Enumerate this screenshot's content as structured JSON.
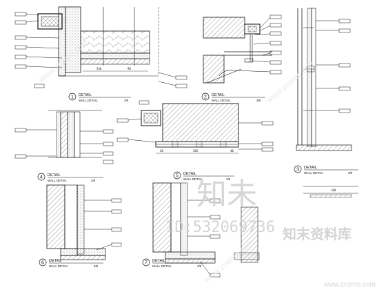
{
  "details": [
    {
      "number": "1",
      "title": "DETAIL",
      "subtitle": "WALL DETAIL",
      "scale": "3/8"
    },
    {
      "number": "2",
      "title": "DETAIL",
      "subtitle": "WALL DETAIL",
      "scale": "3/8"
    },
    {
      "number": "3",
      "title": "DETAIL",
      "subtitle": "WALL DETAIL",
      "scale": "3/8"
    },
    {
      "number": "4",
      "title": "DETAIL",
      "subtitle": "WALL DETAIL",
      "scale": "3/8"
    },
    {
      "number": "5",
      "title": "DETAIL",
      "subtitle": "WALL DETAIL",
      "scale": "3/8"
    },
    {
      "number": "6",
      "title": "DETAIL",
      "subtitle": "WALL DETAIL",
      "scale": "3/8"
    },
    {
      "number": "7",
      "title": "DETAIL",
      "subtitle": "WALL DETAIL",
      "scale": "3/8"
    }
  ],
  "dimensions": {
    "d1": "540",
    "d2": "90",
    "d3": "20",
    "d4": "362",
    "d5": "40",
    "d6": "180"
  },
  "watermark": {
    "logo_text": "知未",
    "id_text": "ID:532069736",
    "cn_text": "知末资料库",
    "url_text": "www.znzmo.com",
    "diag_text": "www.znzmo.com"
  }
}
